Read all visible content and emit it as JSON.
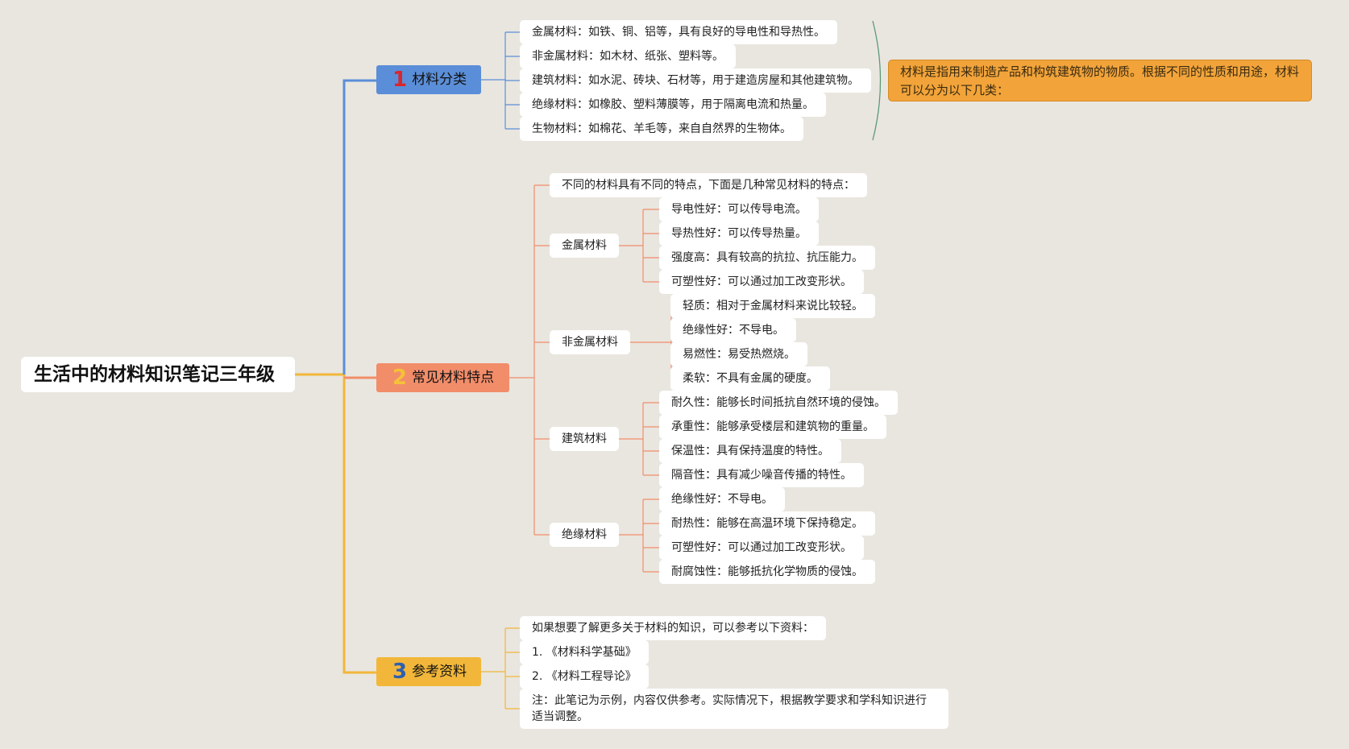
{
  "root": {
    "title": "生活中的材料知识笔记三年级"
  },
  "branches": [
    {
      "number": "1",
      "label": "材料分类",
      "items": [
        "金属材料：如铁、铜、铝等，具有良好的导电性和导热性。",
        "非金属材料：如木材、纸张、塑料等。",
        "建筑材料：如水泥、砖块、石材等，用于建造房屋和其他建筑物。",
        "绝缘材料：如橡胶、塑料薄膜等，用于隔离电流和热量。",
        "生物材料：如棉花、羊毛等，来自自然界的生物体。"
      ],
      "summary": "材料是指用来制造产品和构筑建筑物的物质。根据不同的性质和用途，材料可以分为以下几类："
    },
    {
      "number": "2",
      "label": "常见材料特点",
      "intro": "不同的材料具有不同的特点，下面是几种常见材料的特点：",
      "groups": [
        {
          "label": "金属材料",
          "items": [
            "导电性好：可以传导电流。",
            "导热性好：可以传导热量。",
            "强度高：具有较高的抗拉、抗压能力。",
            "可塑性好：可以通过加工改变形状。"
          ]
        },
        {
          "label": "非金属材料",
          "items": [
            "轻质：相对于金属材料来说比较轻。",
            "绝缘性好：不导电。",
            "易燃性：易受热燃烧。",
            "柔软：不具有金属的硬度。"
          ]
        },
        {
          "label": "建筑材料",
          "items": [
            "耐久性：能够长时间抵抗自然环境的侵蚀。",
            "承重性：能够承受楼层和建筑物的重量。",
            "保温性：具有保持温度的特性。",
            "隔音性：具有减少噪音传播的特性。"
          ]
        },
        {
          "label": "绝缘材料",
          "items": [
            "绝缘性好：不导电。",
            "耐热性：能够在高温环境下保持稳定。",
            "可塑性好：可以通过加工改变形状。",
            "耐腐蚀性：能够抵抗化学物质的侵蚀。"
          ]
        }
      ]
    },
    {
      "number": "3",
      "label": "参考资料",
      "items": [
        "如果想要了解更多关于材料的知识，可以参考以下资料：",
        "1. 《材料科学基础》",
        "2. 《材料工程导论》",
        "注：此笔记为示例，内容仅供参考。实际情况下，根据教学要求和学科知识进行适当调整。"
      ]
    }
  ],
  "colors": {
    "background": "#e9e6df",
    "branch1": "#5b8ed8",
    "branch2": "#f28d6a",
    "branch3": "#f2b73a",
    "summary": "#f2a43a"
  }
}
